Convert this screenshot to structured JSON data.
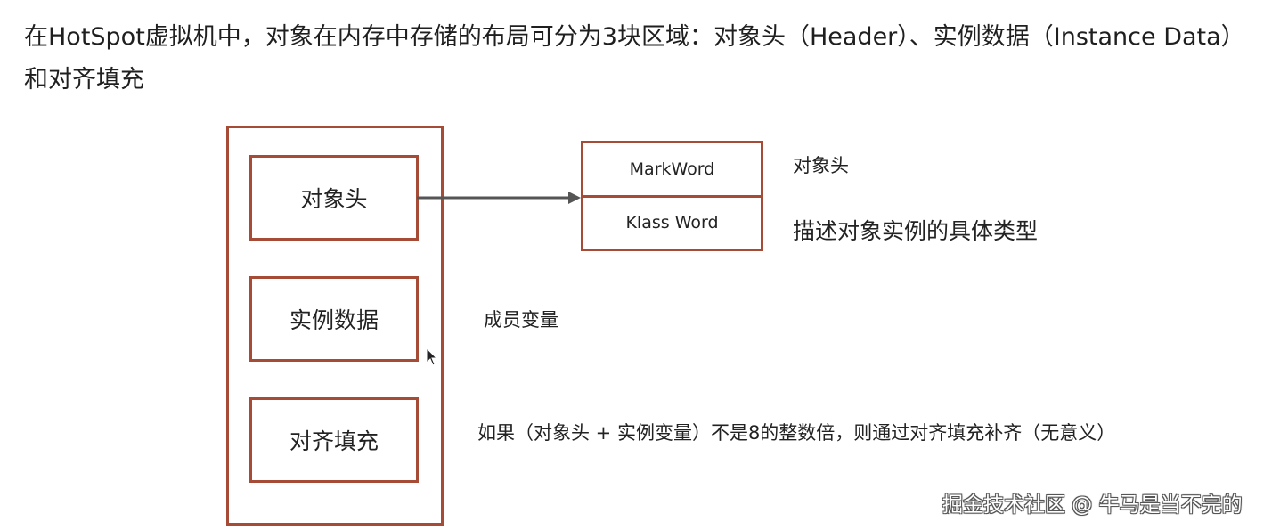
{
  "intro_text": "在HotSpot虚拟机中，对象在内存中存储的布局可分为3块区域：对象头（Header）、实例数据（Instance Data）和对齐填充",
  "layout_blocks": [
    {
      "label": "对象头"
    },
    {
      "label": "实例数据"
    },
    {
      "label": "对齐填充"
    }
  ],
  "header_detail": {
    "rows": [
      {
        "label": "MarkWord"
      },
      {
        "label": "Klass Word"
      }
    ]
  },
  "notes": {
    "object_header": "对象头",
    "klass_word": "描述对象实例的具体类型",
    "instance_data": "成员变量",
    "padding": "如果（对象头 + 实例变量）不是8的整数倍，则通过对齐填充补齐（无意义）"
  },
  "watermark": "掘金技术社区 @ 牛马是当不完的",
  "colors": {
    "box_border": "#a64b36",
    "arrow": "#555555",
    "text": "#222222"
  },
  "icons": {
    "arrow": "right-arrow-icon",
    "cursor": "mouse-pointer-icon"
  }
}
